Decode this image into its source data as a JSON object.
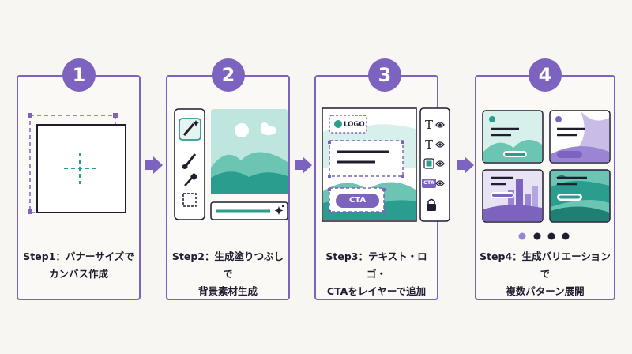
{
  "steps": [
    {
      "number": "1",
      "line1": "Step1：バナーサイズで",
      "line2": "カンバス作成"
    },
    {
      "number": "2",
      "line1": "Step2：生成塗りつぶしで",
      "line2": "背景素材生成"
    },
    {
      "number": "3",
      "line1": "Step3：テキスト・ロゴ・",
      "line2": "CTAをレイヤーで追加"
    },
    {
      "number": "4",
      "line1": "Step4：生成バリエーションで",
      "line2": "複数パターン展開"
    }
  ],
  "step3_mock": {
    "logo_label": "LOGO",
    "cta_label": "CTA",
    "layer_cta_label": "CTA",
    "text_glyph": "T"
  },
  "colors": {
    "accent": "#7b63bf",
    "teal": "#2a9d8f",
    "dark": "#1f1d2e",
    "mint": "#bfe6de"
  }
}
